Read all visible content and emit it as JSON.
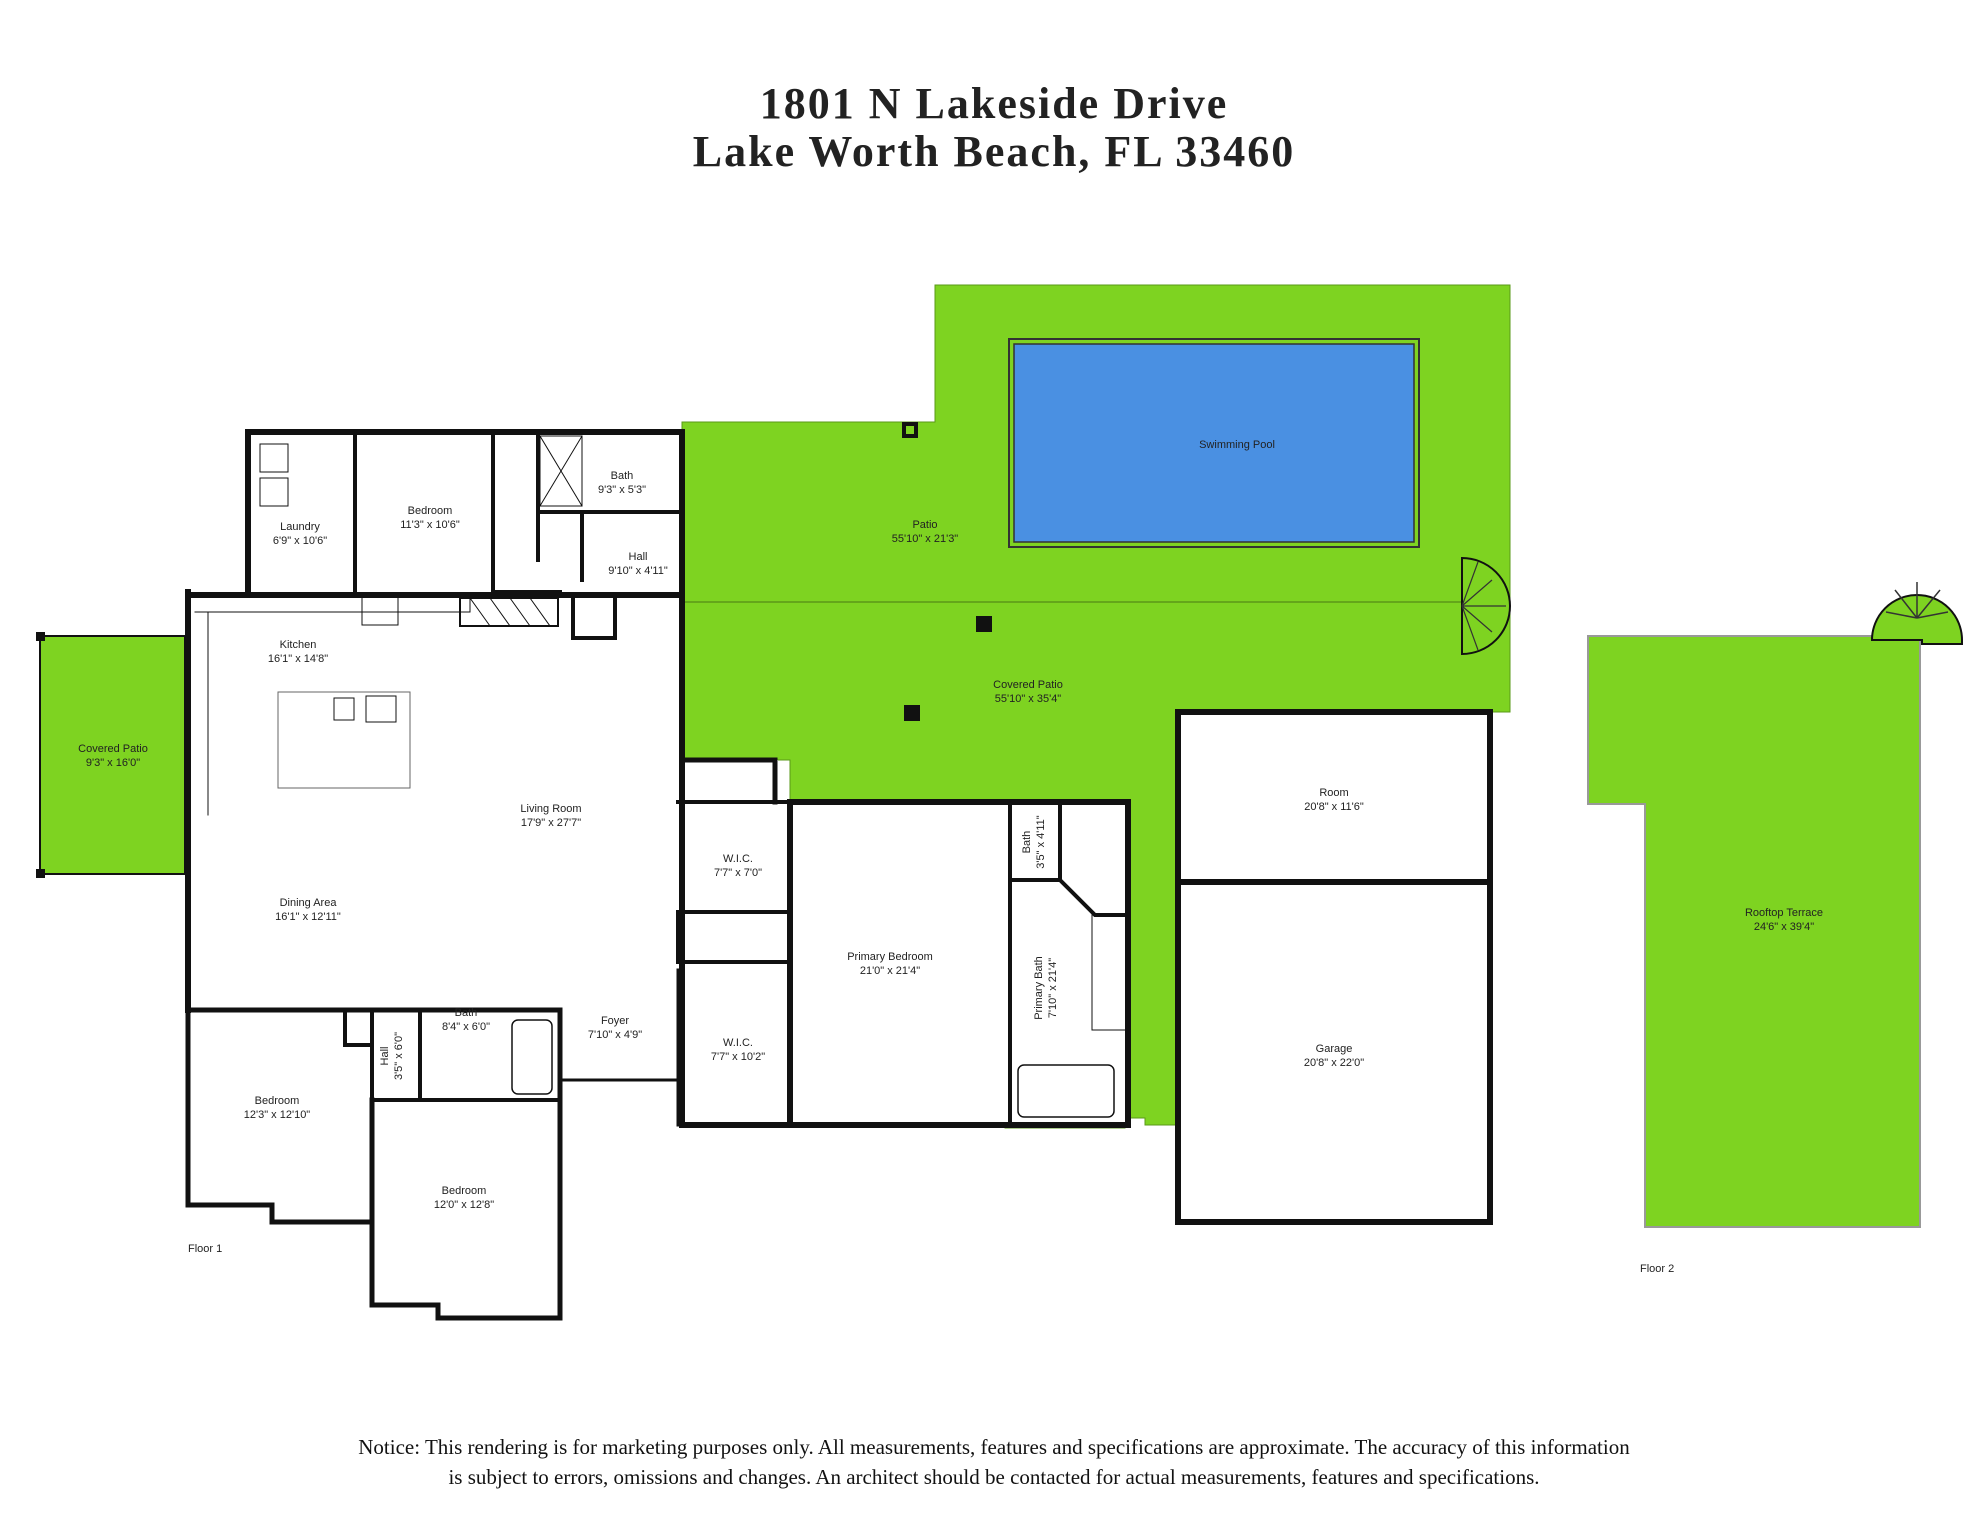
{
  "title": {
    "line1": "1801 N Lakeside Drive",
    "line2": "Lake Worth Beach, FL 33460"
  },
  "colors": {
    "outdoor_green": "#7ed321",
    "pool_blue": "#4a90e2",
    "wall": "#111111",
    "room_fill": "#ffffff"
  },
  "floor1": {
    "label": "Floor 1",
    "rooms": {
      "laundry": {
        "name": "Laundry",
        "dim": "6'9\" x 10'6\""
      },
      "bedroom_top": {
        "name": "Bedroom",
        "dim": "11'3\" x 10'6\""
      },
      "bath_top": {
        "name": "Bath",
        "dim": "9'3\" x 5'3\""
      },
      "hall_top": {
        "name": "Hall",
        "dim": "9'10\" x 4'11\""
      },
      "kitchen": {
        "name": "Kitchen",
        "dim": "16'1\" x 14'8\""
      },
      "living": {
        "name": "Living Room",
        "dim": "17'9\" x 27'7\""
      },
      "dining": {
        "name": "Dining Area",
        "dim": "16'1\" x 12'11\""
      },
      "covered_patio_left": {
        "name": "Covered Patio",
        "dim": "9'3\" x 16'0\""
      },
      "patio": {
        "name": "Patio",
        "dim": "55'10\" x 21'3\""
      },
      "pool": {
        "name": "Swimming Pool"
      },
      "covered_patio": {
        "name": "Covered Patio",
        "dim": "55'10\" x 35'4\""
      },
      "wic_1": {
        "name": "W.I.C.",
        "dim": "7'7\" x 7'0\""
      },
      "wic_2": {
        "name": "W.I.C.",
        "dim": "7'7\" x 10'2\""
      },
      "primary_bedroom": {
        "name": "Primary Bedroom",
        "dim": "21'0\" x 21'4\""
      },
      "bath_small": {
        "name": "Bath",
        "dim": "3'5\" x 4'11\""
      },
      "primary_bath": {
        "name": "Primary Bath",
        "dim": "7'10\" x 21'4\""
      },
      "room": {
        "name": "Room",
        "dim": "20'8\" x 11'6\""
      },
      "garage": {
        "name": "Garage",
        "dim": "20'8\" x 22'0\""
      },
      "foyer": {
        "name": "Foyer",
        "dim": "7'10\" x 4'9\""
      },
      "bath_mid": {
        "name": "Bath",
        "dim": "8'4\" x 6'0\""
      },
      "hall_mid": {
        "name": "Hall",
        "dim": "3'5\" x 6'0\""
      },
      "bedroom_left": {
        "name": "Bedroom",
        "dim": "12'3\" x 12'10\""
      },
      "bedroom_bottom": {
        "name": "Bedroom",
        "dim": "12'0\" x 12'8\""
      }
    }
  },
  "floor2": {
    "label": "Floor 2",
    "rooms": {
      "rooftop": {
        "name": "Rooftop Terrace",
        "dim": "24'6\" x 39'4\""
      }
    }
  },
  "notice": {
    "line1": "Notice: This rendering is for marketing purposes only. All measurements, features and specifications are approximate. The accuracy of this information",
    "line2": "is subject to errors, omissions and changes. An architect should be contacted for actual measurements, features and specifications."
  }
}
